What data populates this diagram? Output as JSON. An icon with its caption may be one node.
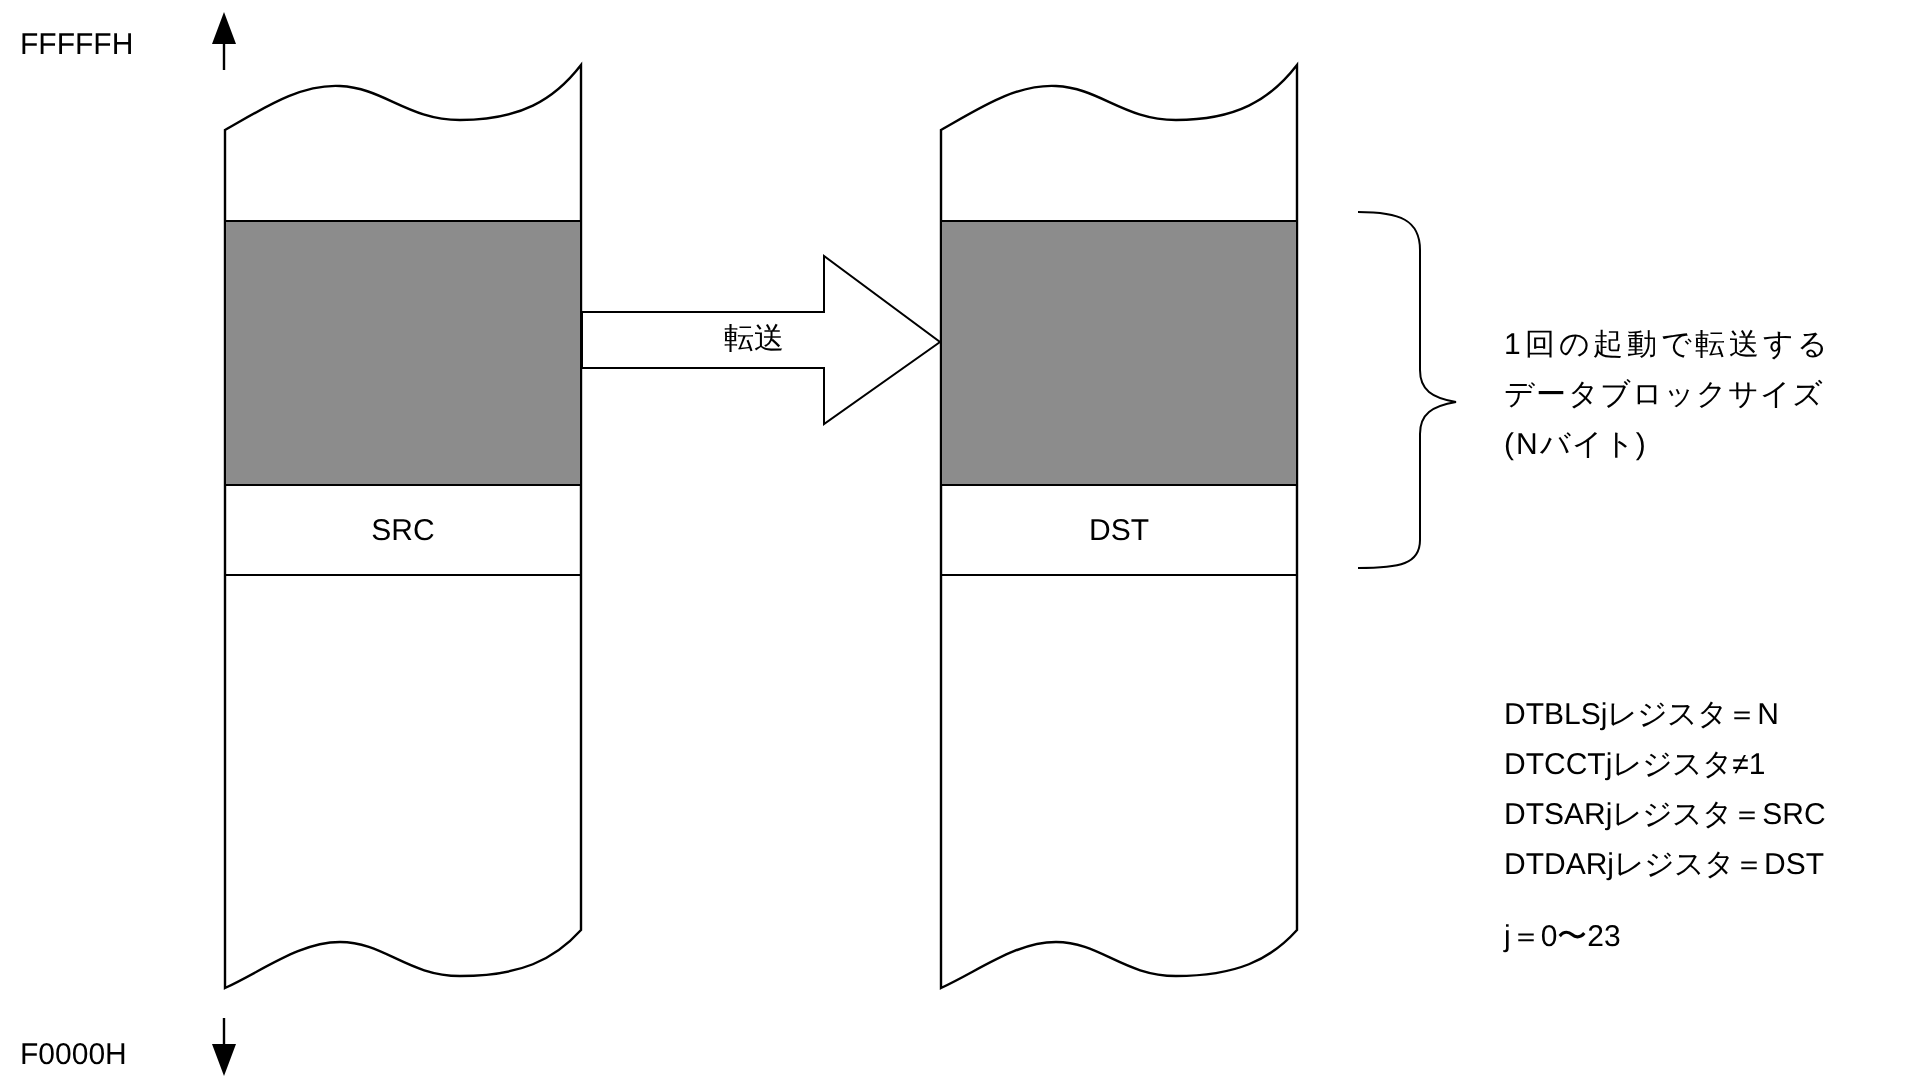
{
  "diagram": {
    "nodes": [
      {
        "text": [],
        "shape": "box"
      },
      {
        "text": [],
        "shape": "box",
        "in": 0
      },
      {
        "text": [
          "SRC"
        ],
        "in": 0
      },
      {
        "text": [],
        "shape": "box"
      },
      {
        "text": [],
        "shape": "box",
        "in": 3
      },
      {
        "text": [
          "DST"
        ],
        "in": 3
      }
    ],
    "edges": [
      {
        "from": 1,
        "to": 4,
        "arrow": "to",
        "label": "転送"
      }
    ],
    "labels": [
      "FFFFFH",
      "1回の起動で転送するデータブロックサイズ(Nバイト)",
      "DTBLSjレジスタ＝N",
      "DTCCTjレジスタ≠1",
      "DTSARjレジスタ＝SRC",
      "DTDARjレジスタ＝DST",
      "j＝0〜23",
      "F0000H"
    ]
  }
}
